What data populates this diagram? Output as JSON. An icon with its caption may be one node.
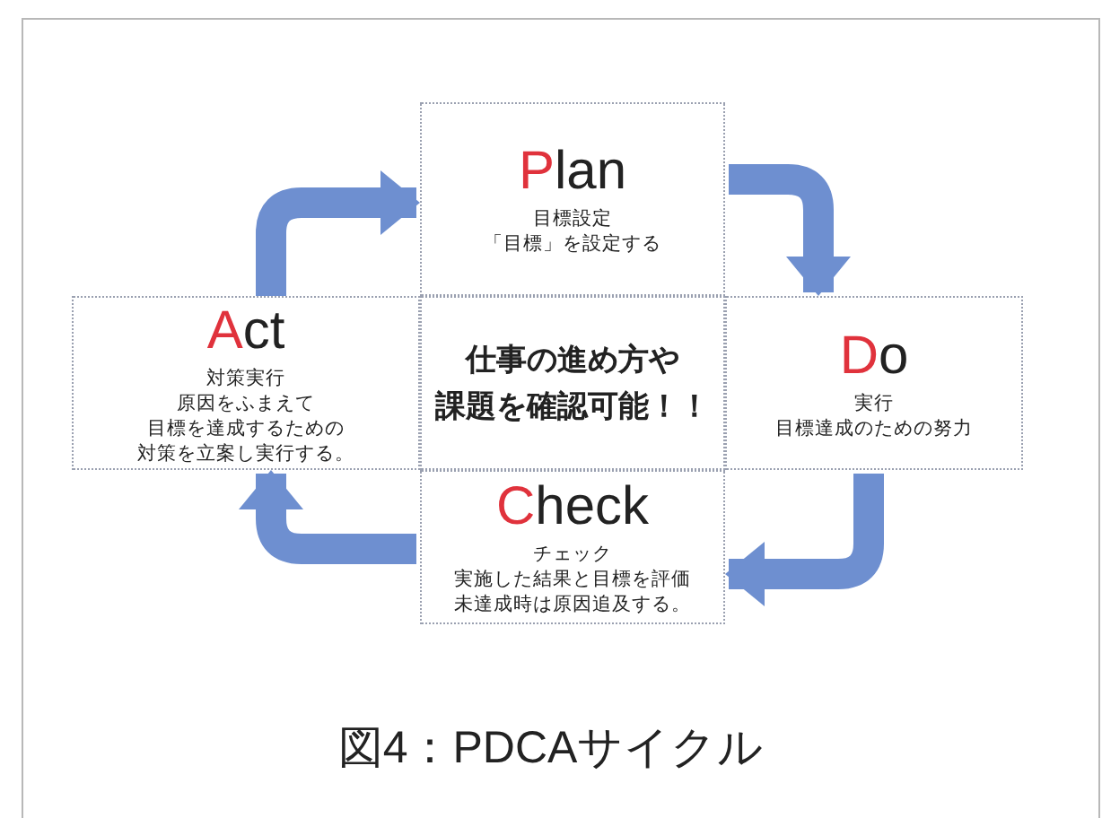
{
  "diagram": {
    "title": "図4：PDCAサイクル",
    "nodes": [
      {
        "text": [
          "Plan",
          "目標設定",
          "「目標」を設定する"
        ]
      },
      {
        "text": [
          "Act",
          "対策実行",
          "原因をふまえて",
          "目標を達成するための",
          "対策を立案し実行する。"
        ]
      },
      {
        "text": [
          "仕事の進め方や",
          "課題を確認可能！！"
        ]
      },
      {
        "text": [
          "Do",
          "実行",
          "目標達成のための努力"
        ]
      },
      {
        "text": [
          "Check",
          "チェック",
          "実施した結果と目標を評価",
          "未達成時は原因追及する。"
        ]
      }
    ],
    "edges": [
      {
        "from": 1,
        "to": 0,
        "arrow": "to"
      },
      {
        "from": 0,
        "to": 3,
        "arrow": "to"
      },
      {
        "from": 3,
        "to": 4,
        "arrow": "to"
      },
      {
        "from": 4,
        "to": 1,
        "arrow": "to"
      }
    ]
  }
}
